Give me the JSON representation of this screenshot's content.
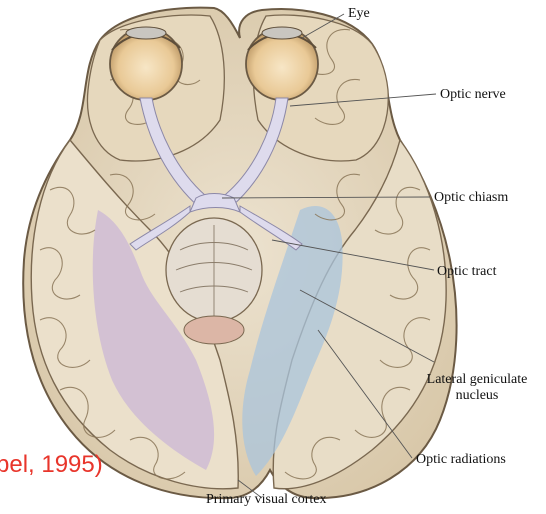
{
  "labels": {
    "eye": "Eye",
    "optic_nerve": "Optic nerve",
    "optic_chiasm": "Optic chiasm",
    "optic_tract": "Optic tract",
    "lgn_line1": "Lateral geniculate",
    "lgn_line2": "nucleus",
    "optic_radiations": "Optic radiations",
    "primary_visual_cortex": "Primary visual cortex"
  },
  "citation": "bel, 1995)",
  "colors": {
    "citation": "#e8352b",
    "brain_fill": "#e9dcc4",
    "brain_shadow": "#b8a88c",
    "outline": "#6b5a44",
    "eyeball": "#f1d9ae",
    "optic_pathway": "#d9d6ea",
    "left_cortex_tint": "#c9b3d6",
    "right_cortex_tint": "#a9c4dc"
  }
}
